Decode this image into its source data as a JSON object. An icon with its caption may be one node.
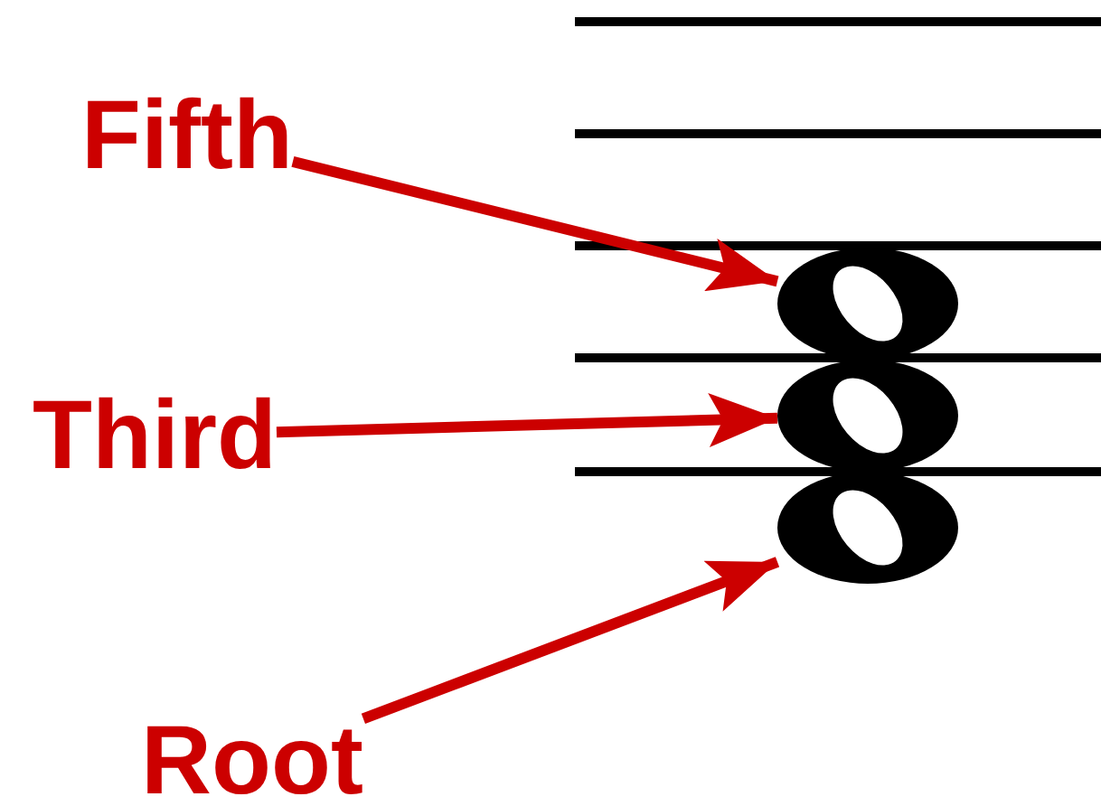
{
  "diagram": {
    "nodes": [
      {
        "text": [
          "Fifth"
        ]
      },
      {
        "text": [
          "Third"
        ]
      },
      {
        "text": [
          "Root"
        ]
      },
      {
        "text": [],
        "shape": "picture"
      },
      {
        "text": [],
        "shape": "picture"
      },
      {
        "text": [],
        "shape": "picture"
      }
    ],
    "edges": [
      {
        "from": 0,
        "to": 3,
        "arrow": "to"
      },
      {
        "from": 1,
        "to": 4,
        "arrow": "to"
      },
      {
        "from": 2,
        "to": 5,
        "arrow": "to"
      }
    ]
  }
}
